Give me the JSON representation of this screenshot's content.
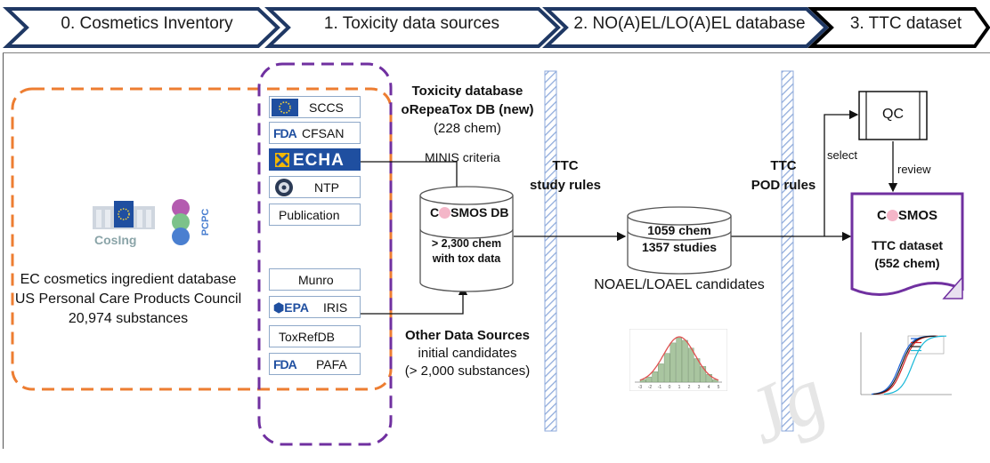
{
  "stages": [
    {
      "label": "0. Cosmetics Inventory"
    },
    {
      "label": "1. Toxicity data sources"
    },
    {
      "label": "2. NO(A)EL/LO(A)EL database"
    },
    {
      "label": "3. TTC dataset"
    }
  ],
  "inventory": {
    "cosing_logo_text": "CosIng",
    "pcpc_logo_text": "PCPC",
    "lines": [
      "EC cosmetics ingredient database",
      "US Personal Care Products Council",
      "20,974 substances"
    ]
  },
  "sources_group1": [
    {
      "label": "SCCS",
      "logo": "eu-flag-icon"
    },
    {
      "label": "CFSAN",
      "logo": "fda-logo",
      "logo_text": "FDA"
    },
    {
      "label": "ECHA",
      "logo": "echa-logo"
    },
    {
      "label": "NTP",
      "logo": "ntp-seal-icon"
    },
    {
      "label": "Publication",
      "logo": ""
    }
  ],
  "sources_group2": [
    {
      "label": "Munro",
      "logo": ""
    },
    {
      "label": "IRIS",
      "logo": "epa-logo",
      "logo_text": "EPA"
    },
    {
      "label": "ToxRefDB",
      "logo": ""
    },
    {
      "label": "PAFA",
      "logo": "fda-logo",
      "logo_text": "FDA"
    }
  ],
  "toxicity_db": {
    "title_line1": "Toxicity database",
    "title_line2": "oRepeaTox DB (new)",
    "count": "(228 chem)",
    "criteria": "MINIS criteria"
  },
  "cosmos_db": {
    "prefix": "C",
    "suffix": "SMOS DB",
    "line1": "> 2,300 chem",
    "line2": "with tox data"
  },
  "other_sources": {
    "title": "Other Data Sources",
    "line1": "initial candidates",
    "line2": "(> 2,000 substances)"
  },
  "rules1": {
    "line1": "TTC",
    "line2": "study rules"
  },
  "noael_db": {
    "line1": "1059 chem",
    "line2": "1357 studies",
    "caption": "NOAEL/LOAEL candidates"
  },
  "rules2": {
    "line1": "TTC",
    "line2": "POD rules"
  },
  "qc": {
    "label": "QC",
    "select": "select",
    "review": "review"
  },
  "ttc_dataset": {
    "prefix": "C",
    "suffix": "SMOS",
    "line1": "TTC dataset",
    "line2": "(552 chem)"
  },
  "colors": {
    "navy": "#1f3864",
    "orange": "#ed7d31",
    "purple": "#7030a0",
    "hatch": "#8eaadb",
    "pink": "#f4b6c8",
    "hist_bar": "#a9c5a0",
    "fit_line": "#e05050"
  },
  "chart_data": [
    {
      "type": "bar",
      "x_ticks": [
        "-3",
        "-2",
        "-1",
        "0",
        "1",
        "2",
        "3",
        "4",
        "5"
      ],
      "values": [
        1,
        2,
        4,
        7,
        11,
        15,
        17,
        16,
        13,
        9,
        6,
        3,
        1
      ],
      "overlay": "normal fit curve"
    },
    {
      "type": "line",
      "series": [
        {
          "color": "#1a5fd6"
        },
        {
          "color": "#d32020"
        },
        {
          "color": "#1a1a1a"
        },
        {
          "color": "#18b8d8"
        }
      ]
    }
  ]
}
